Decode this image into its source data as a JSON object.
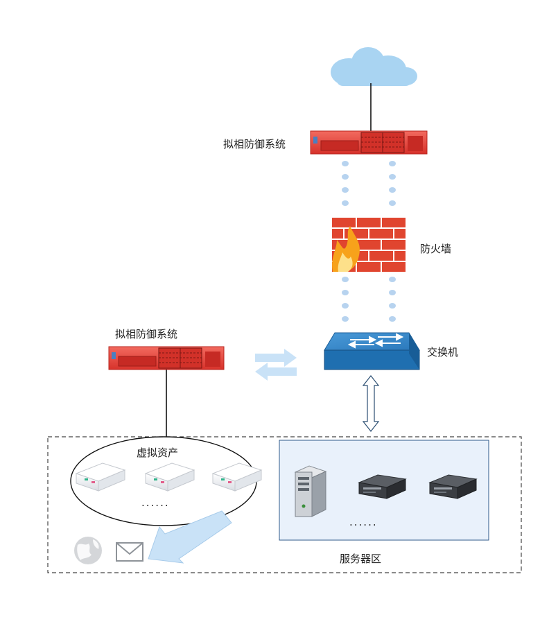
{
  "labels": {
    "ngfw_top": "拟相防御系统",
    "ngfw_left": "拟相防御系统",
    "firewall": "防火墙",
    "switch": "交换机",
    "virtual_assets": "虚拟资产",
    "server_zone": "服务器区",
    "virtual_dots": "......",
    "server_dots": "......"
  },
  "icons": {
    "cloud": "cloud-icon",
    "firewall": "brick-firewall-icon",
    "switch": "network-switch-icon",
    "rack": "rack-server-icon",
    "tower": "tower-server-icon",
    "mail": "mail-envelope-icon",
    "globe": "globe-icon"
  },
  "colors": {
    "rack_red": "#e8413a",
    "switch_blue": "#1f6fb0",
    "cloud_blue": "#a9d4f2",
    "server_zone_fill": "#e9f1fb",
    "dotted_link": "#b7d3ef",
    "arrow_light": "#c9e2f7"
  }
}
